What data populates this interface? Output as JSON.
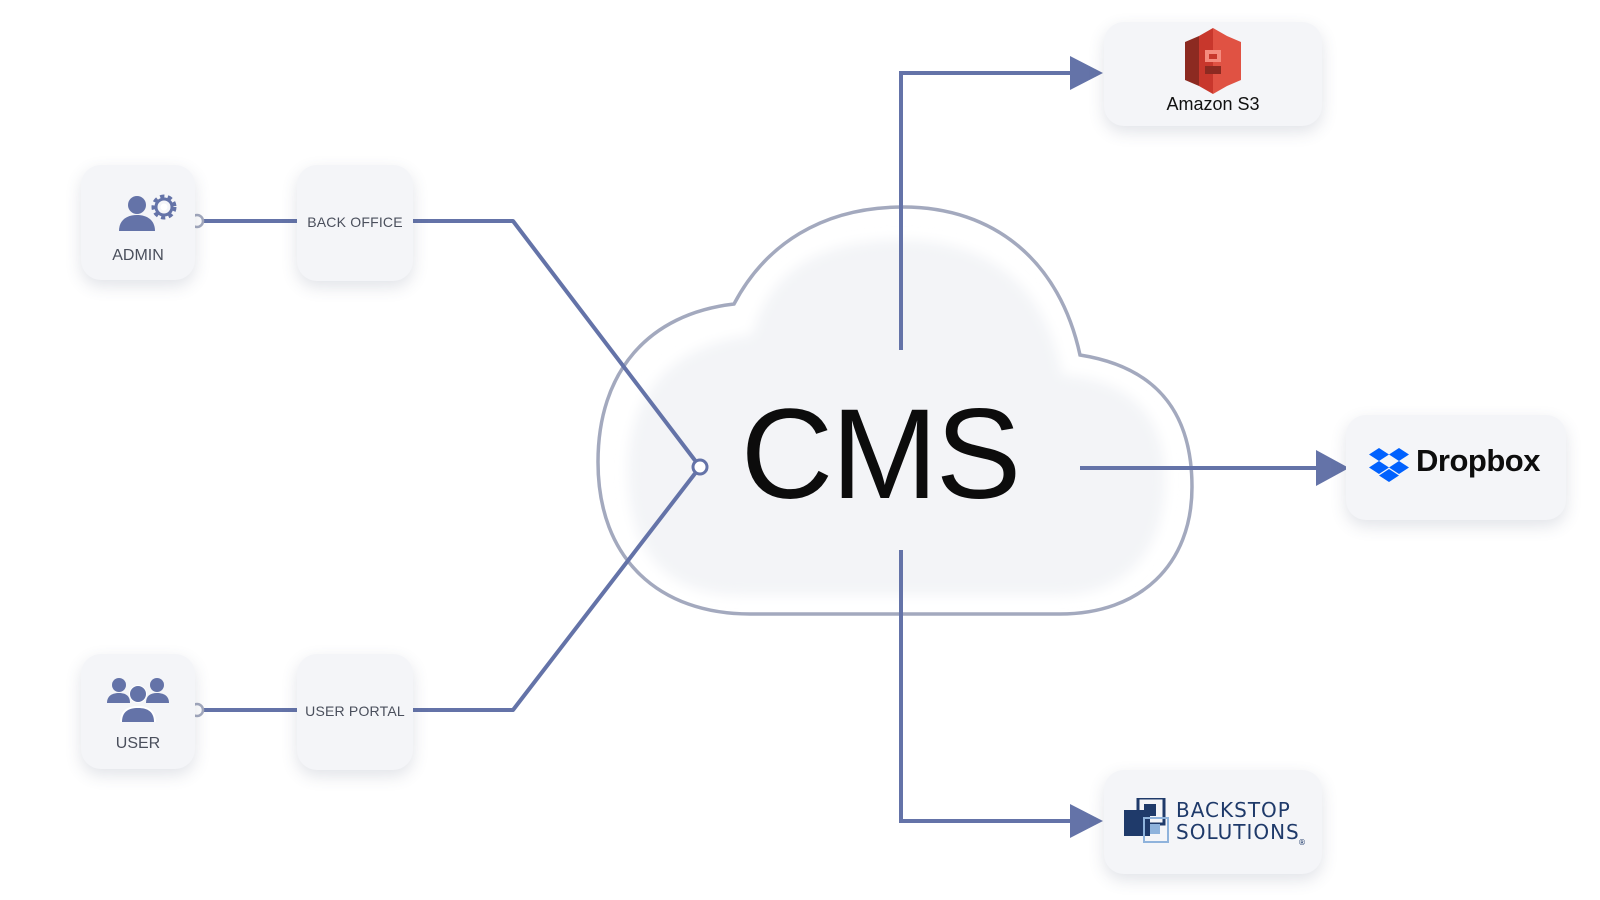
{
  "center": {
    "label": "CMS"
  },
  "roles": {
    "admin": {
      "label": "ADMIN",
      "icon": "admin-gear-icon"
    },
    "user": {
      "label": "USER",
      "icon": "users-group-icon"
    }
  },
  "gateways": {
    "back_office": {
      "label": "BACK OFFICE"
    },
    "user_portal": {
      "label": "USER PORTAL"
    }
  },
  "services": {
    "s3": {
      "label": "Amazon S3",
      "icon": "amazon-s3-icon",
      "color": "#e05243"
    },
    "dropbox": {
      "label": "Dropbox",
      "icon": "dropbox-icon",
      "color": "#0061fe"
    },
    "backstop": {
      "line1": "BACKSTOP",
      "line2": "SOLUTIONS",
      "mark": "®",
      "icon": "backstop-logo-icon",
      "color": "#1f3a6a"
    }
  },
  "colors": {
    "connector": "#6473a8",
    "cloud_outline": "#a3a9be",
    "cloud_fill": "#f3f4f7",
    "card": "#f4f5f8",
    "icon": "#6473a8"
  }
}
